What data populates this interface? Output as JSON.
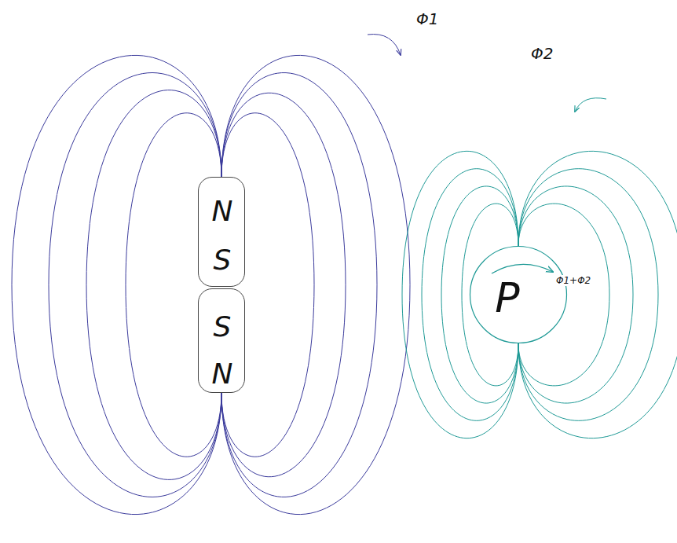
{
  "diagram": {
    "nodes": [
      {
        "text": [
          "N",
          "S"
        ]
      },
      {
        "text": [
          "S",
          "N"
        ]
      },
      {
        "text": [
          "P",
          "Φ1+Φ2"
        ]
      }
    ],
    "labels": [
      "Φ1",
      "Φ2"
    ]
  }
}
